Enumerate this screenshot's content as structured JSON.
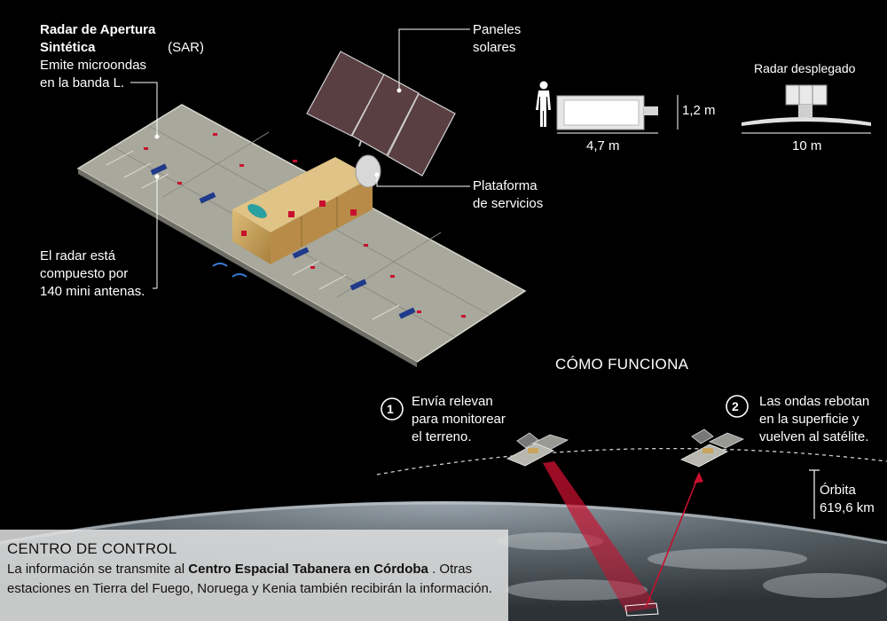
{
  "labels": {
    "sar_title_bold": "Radar de Apertura Sintética",
    "sar_title_normal": "(SAR)",
    "sar_line3": "Emite microondas",
    "sar_line4": "en la banda L.",
    "paneles_1": "Paneles",
    "paneles_2": "solares",
    "plataforma_1": "Plataforma",
    "plataforma_2": "de servicios",
    "radar_1": "El radar está",
    "radar_2": "compuesto por",
    "radar_3": "140 mini antenas."
  },
  "dimensions": {
    "height": "1,2 m",
    "length": "4,7 m",
    "deployed_title": "Radar desplegado",
    "deployed_width": "10 m"
  },
  "how": {
    "title": "CÓMO FUNCIONA",
    "step1_num": "1",
    "step1_l1": "Envía relevan",
    "step1_l2": "para monitorear",
    "step1_l3": "el terreno.",
    "step2_num": "2",
    "step2_l1": "Las ondas rebotan",
    "step2_l2": "en la superficie y",
    "step2_l3": "vuelven al satélite.",
    "orbit_l1": "Órbita",
    "orbit_l2": "619,6 km"
  },
  "control": {
    "title": "CENTRO DE CONTROL",
    "text_before": "La información se transmite al",
    "text_bold": "Centro Espacial Tabanera en Córdoba",
    "text_after": ". Otras estaciones en Tierra del Fuego, Noruega y Kenia también recibirán la información."
  },
  "colors": {
    "background": "#000000",
    "panel": "#a8a89c",
    "gold": "#c9a45c",
    "beam": "#c8102e",
    "solar": "#5a3f42"
  }
}
